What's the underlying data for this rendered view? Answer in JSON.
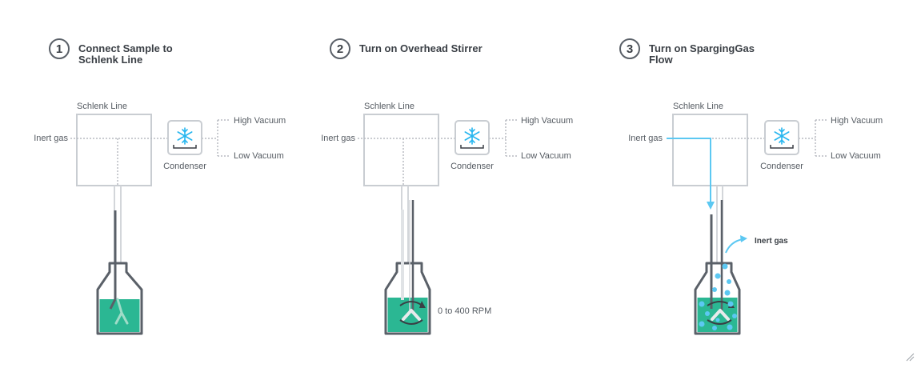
{
  "steps": [
    {
      "number": "1",
      "title_line1": "Connect Sample to",
      "title_line2": "Schlenk Line",
      "schlenk_label": "Schlenk Line",
      "inert_gas_label": "Inert gas",
      "condenser_label": "Condenser",
      "high_vacuum_label": "High Vacuum",
      "low_vacuum_label": "Low Vacuum"
    },
    {
      "number": "2",
      "title_line1": "Turn on Overhead Stirrer",
      "title_line2": "",
      "schlenk_label": "Schlenk Line",
      "inert_gas_label": "Inert gas",
      "condenser_label": "Condenser",
      "high_vacuum_label": "High Vacuum",
      "low_vacuum_label": "Low Vacuum",
      "rpm_label": "0 to 400 RPM"
    },
    {
      "number": "3",
      "title_line1": "Turn on SpargingGas Flow",
      "title_line2": "",
      "schlenk_label": "Schlenk Line",
      "inert_gas_label": "Inert gas",
      "condenser_label": "Condenser",
      "high_vacuum_label": "High Vacuum",
      "low_vacuum_label": "Low Vacuum",
      "outlet_label": "Inert gas"
    }
  ],
  "colors": {
    "liquid": "#2bb793",
    "gas_flow": "#5cc8f2",
    "frame": "#c9cdd2",
    "dark_line": "#5a6068",
    "snowflake": "#27b6ef"
  },
  "icons": [
    "snowflake-icon",
    "stirrer-icon",
    "rotation-arrow-icon",
    "gas-bubble-icon",
    "resize-grip-icon"
  ]
}
